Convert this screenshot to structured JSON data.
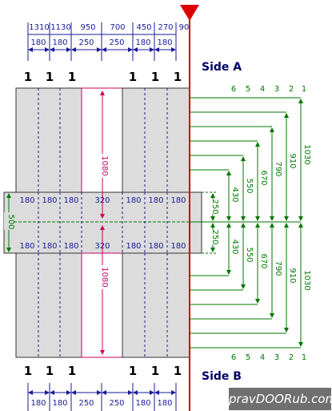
{
  "top_widths": [
    "1310",
    "1130",
    "950",
    "700",
    "450",
    "270",
    "90"
  ],
  "cell_widths": [
    "180",
    "180",
    "250",
    "250",
    "180",
    "180"
  ],
  "bottom_widths": [
    "180",
    "180",
    "250",
    "250",
    "180",
    "180"
  ],
  "piece_labels_top": [
    "1",
    "1",
    "1",
    "1",
    "1",
    "1"
  ],
  "piece_labels_bottom": [
    "1",
    "1",
    "1",
    "1",
    "1",
    "1"
  ],
  "side_a": "Side A",
  "side_b": "Side B",
  "sequence_top": [
    "6",
    "5",
    "4",
    "3",
    "2",
    "1"
  ],
  "sequence_bottom": [
    "6",
    "5",
    "4",
    "3",
    "2",
    "1"
  ],
  "center_row_top": [
    "180",
    "180",
    "180",
    "320",
    "180",
    "180",
    "180"
  ],
  "center_row_bottom": [
    "180",
    "180",
    "180",
    "320",
    "180",
    "180",
    "180"
  ],
  "left_height": "500",
  "offset_top": "250",
  "offset_bottom": "250",
  "pink_height_top": "1080",
  "pink_height_bottom": "1080",
  "dims_top": [
    "430",
    "550",
    "670",
    "790",
    "910",
    "1030"
  ],
  "dims_bottom": [
    "430",
    "550",
    "670",
    "790",
    "910",
    "1030"
  ],
  "watermark": "pravDOORub.com",
  "colors": {
    "panel": "#dcdcdc",
    "blue": "#1a1a99",
    "pink": "#cc0066",
    "green": "#007700",
    "red": "#cc0000"
  }
}
